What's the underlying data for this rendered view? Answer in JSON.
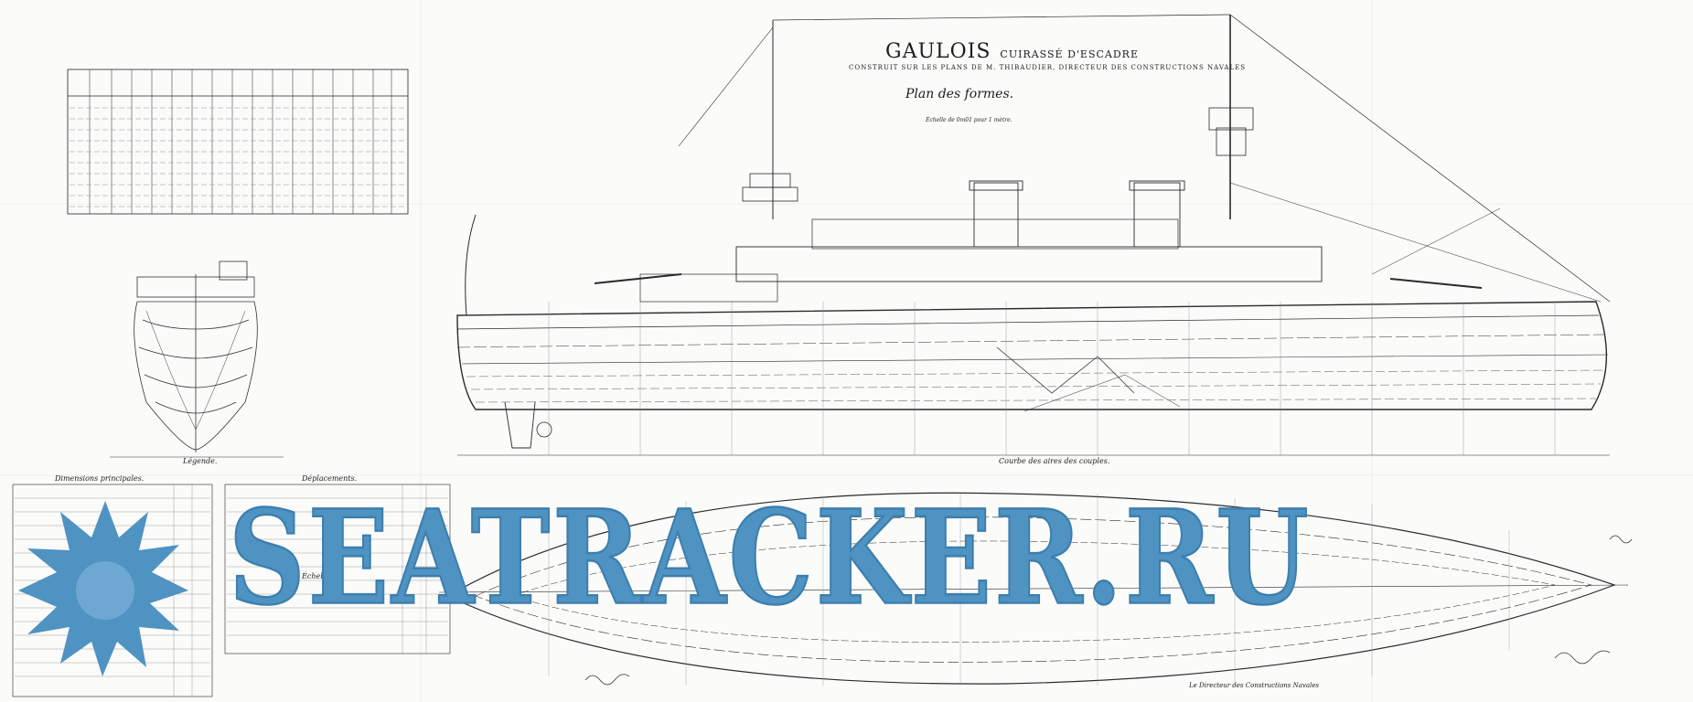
{
  "drawing": {
    "title": "GAULOIS",
    "subtitle": "CUIRASSÉ D'ESCADRE",
    "constructor_line": "CONSTRUIT SUR LES PLANS DE M. THIBAUDIER, DIRECTEUR DES CONSTRUCTIONS NAVALES",
    "plan_title": "Plan des formes.",
    "scale_note": "Échelle de 0m01 pour 1 mètre.",
    "section_caption": "Légende.",
    "left_table_caption": "Dimensions principales.",
    "right_table_caption": "Déplacements.",
    "waterline_caption": "Courbe des aires des couples.",
    "lower_caption": "Échelle.",
    "signature_note": "Le Directeur des Constructions Navales"
  },
  "watermark": {
    "text": "SEATRACKER.RU",
    "color": "#4f93c2"
  }
}
